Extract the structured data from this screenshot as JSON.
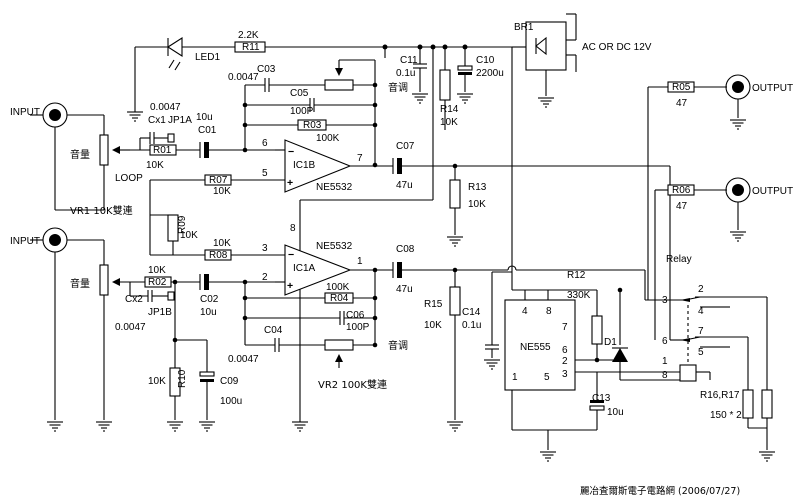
{
  "labels": {
    "input_top": "INPUT",
    "input_bottom": "INPUT",
    "output_top": "OUTPUT",
    "output_bottom": "OUTPUT",
    "volume_top": "音量",
    "volume_bottom": "音量",
    "vr1": "VR1 10K雙連",
    "vr2": "VR2 100K雙連",
    "loop": "LOOP",
    "power": "AC OR DC 12V",
    "relay": "Relay",
    "tone_top": "音调",
    "tone_bottom": "音调",
    "footer": "麗冶査爾斯電子電路網 (2006/07/27)"
  },
  "components": {
    "br1": "BR1",
    "led1": "LED1",
    "r11": "R11",
    "r11_val": "2.2K",
    "c11": "C11",
    "c11_val": "0.1u",
    "c10": "C10",
    "c10_val": "2200u",
    "r14": "R14",
    "r14_val": "10K",
    "c03": "C03",
    "c03_val": "0.0047",
    "c05": "C05",
    "c05_val": "100P",
    "r03": "R03",
    "r03_val": "100K",
    "cx1_val": "0.0047",
    "cx1": "Cx1",
    "jp1a": "JP1A",
    "c01_val": "10u",
    "c01": "C01",
    "r01": "R01",
    "r01_val": "10K",
    "ic1b": "IC1B",
    "ne5532_top": "NE5532",
    "r07": "R07",
    "r07_val": "10K",
    "c07": "C07",
    "c07_val": "47u",
    "r13": "R13",
    "r13_val": "10K",
    "r05": "R05",
    "r05_val": "47",
    "r06": "R06",
    "r06_val": "47",
    "r09": "R09",
    "r09_val": "10K",
    "r08": "R08",
    "r08_val": "10K",
    "ic1a": "IC1A",
    "ne5532_bottom": "NE5532",
    "c08": "C08",
    "c08_val": "47u",
    "r02": "R02",
    "r02_val": "10K",
    "cx2": "Cx2",
    "jp1b": "JP1B",
    "cx2_val": "0.0047",
    "c02": "C02",
    "c02_val": "10u",
    "r04": "R04",
    "r04_val": "100K",
    "c04": "C04",
    "c04_val": "0.0047",
    "c06": "C06",
    "c06_val": "100P",
    "r10": "R10",
    "r10_val": "10K",
    "c09": "C09",
    "c09_val": "100u",
    "r15": "R15",
    "r15_val": "10K",
    "c14": "C14",
    "c14_val": "0.1u",
    "r12": "R12",
    "r12_val": "330K",
    "ne555": "NE555",
    "d1": "D1",
    "c13": "C13",
    "c13_val": "10u",
    "r16_r17": "R16,R17",
    "r16_r17_val": "150 * 2"
  },
  "pins": {
    "ic1b_in_neg": "6",
    "ic1b_in_pos": "5",
    "ic1b_out": "7",
    "ic1a_in_neg": "2",
    "ic1a_in_pos": "3",
    "ic1a_out": "1",
    "ic1_vcc": "8",
    "ne555_p4": "4",
    "ne555_p8": "8",
    "ne555_p7": "7",
    "ne555_p6": "6",
    "ne555_p2": "2",
    "ne555_p3": "3",
    "ne555_p1": "1",
    "ne555_p5": "5",
    "relay_p2": "2",
    "relay_p3": "3",
    "relay_p4": "4",
    "relay_p6": "6",
    "relay_p7": "7",
    "relay_p5": "5",
    "relay_p1": "1",
    "relay_p8": "8"
  }
}
